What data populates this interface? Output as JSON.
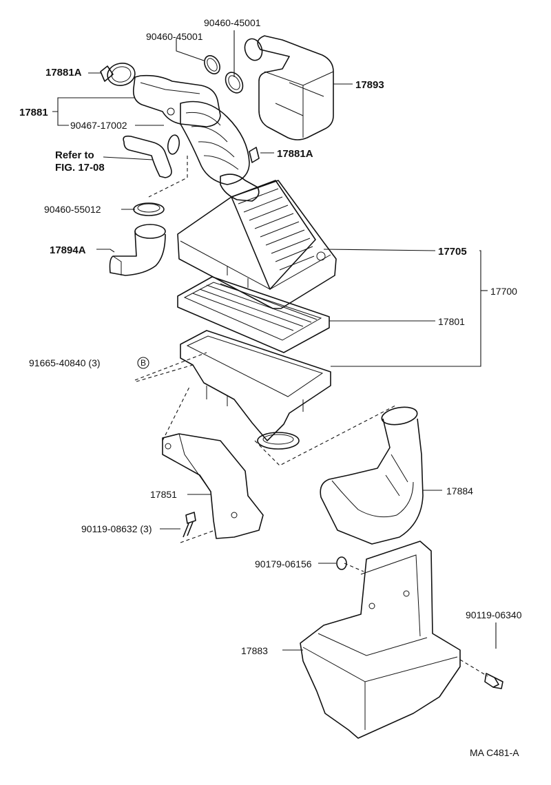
{
  "labels": {
    "p90460_45001_top": "90460-45001",
    "p90460_45001_mid": "90460-45001",
    "p17881A_top": "17881A",
    "p17893": "17893",
    "p17881": "17881",
    "p90467_17002": "90467-17002",
    "refer_line1": "Refer to",
    "refer_line2": "FIG. 17-08",
    "p17881A_mid": "17881A",
    "p90460_55012": "90460-55012",
    "p17705": "17705",
    "p17894A": "17894A",
    "p17700": "17700",
    "p17801": "17801",
    "p91665_40840": "91665-40840 (3)",
    "callout_b": "B",
    "p17884": "17884",
    "p17851": "17851",
    "p90119_08632": "90119-08632 (3)",
    "p90179_06156": "90179-06156",
    "p90119_06340": "90119-06340",
    "p17883": "17883",
    "figure_code": "MA  C481-A"
  }
}
